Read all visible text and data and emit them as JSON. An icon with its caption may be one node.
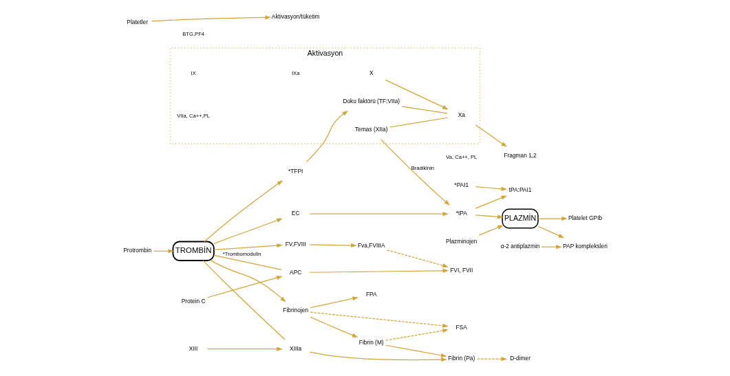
{
  "diagram": {
    "nodes": [
      {
        "text": [
          "Aktivasyon"
        ]
      },
      {
        "text": [
          "Temas (XIIa)"
        ],
        "in": 0
      },
      {
        "text": [
          "Doku faktörü (TF:VIIa)"
        ],
        "in": 0
      },
      {
        "text": [
          "X"
        ],
        "in": 0
      },
      {
        "text": [
          "Xa"
        ],
        "in": 0
      },
      {
        "text": [
          "Protrombin"
        ]
      },
      {
        "text": [
          "TROMBİN"
        ]
      },
      {
        "text": [
          "*TFPI"
        ]
      },
      {
        "text": [
          "Fragman 1,2"
        ]
      },
      {
        "text": [
          "EC"
        ]
      },
      {
        "text": [
          "*tPA"
        ]
      },
      {
        "text": [
          "tPA:PAI1"
        ]
      },
      {
        "text": [
          "*PAI1"
        ]
      },
      {
        "text": [
          "Plazminojen"
        ]
      },
      {
        "text": [
          "PLAZMİN"
        ]
      },
      {
        "text": [
          "α-2 antiplazmin"
        ]
      },
      {
        "text": [
          "PAP kompleksleri"
        ]
      },
      {
        "text": [
          "Platelet GPIb"
        ]
      },
      {
        "text": [
          "Platetler"
        ]
      },
      {
        "text": [
          "Aktivasyon/tüketim"
        ]
      },
      {
        "text": [
          "FV,FVIII"
        ]
      },
      {
        "text": [
          "Fva,FVIIIA"
        ]
      },
      {
        "text": [
          "FVI, FVII"
        ]
      },
      {
        "text": [
          "Protein C"
        ]
      },
      {
        "text": [
          "APC"
        ]
      },
      {
        "text": [
          "Fibrinojen"
        ]
      },
      {
        "text": [
          "FPA"
        ]
      },
      {
        "text": [
          "Fibrin (M)"
        ]
      },
      {
        "text": [
          "FSA"
        ]
      },
      {
        "text": [
          "Fibrin (Pa)"
        ]
      },
      {
        "text": [
          "XIII"
        ]
      },
      {
        "text": [
          "XIIIa"
        ]
      },
      {
        "text": [
          "D-dimer"
        ]
      }
    ],
    "edges": [
      {
        "from": 1,
        "to": 4,
        "arrow": "none"
      },
      {
        "from": 2,
        "to": 4,
        "arrow": "none"
      },
      {
        "from": 3,
        "to": 4,
        "arrow": "to"
      },
      {
        "from": 4,
        "to": 8,
        "arrow": "to"
      },
      {
        "from": 5,
        "to": 6,
        "arrow": "to"
      },
      {
        "from": 6,
        "to": 7,
        "arrow": "to"
      },
      {
        "from": 7,
        "to": 2,
        "arrow": "to"
      },
      {
        "from": 1,
        "to": 10,
        "arrow": "to",
        "label": "Bradikinin"
      },
      {
        "from": 6,
        "to": 9,
        "arrow": "to"
      },
      {
        "from": 9,
        "to": 10,
        "arrow": "to"
      },
      {
        "from": 10,
        "to": 11,
        "arrow": "to"
      },
      {
        "from": 12,
        "to": 11,
        "arrow": "to"
      },
      {
        "from": 13,
        "to": 14,
        "arrow": "to"
      },
      {
        "from": 10,
        "to": 14,
        "arrow": "to"
      },
      {
        "from": 15,
        "to": 16,
        "arrow": "to"
      },
      {
        "from": 14,
        "to": 16,
        "arrow": "to"
      },
      {
        "from": 14,
        "to": 17,
        "arrow": "to"
      },
      {
        "from": 6,
        "to": 20,
        "arrow": "to"
      },
      {
        "from": 18,
        "to": 19,
        "arrow": "to"
      },
      {
        "from": 20,
        "to": 21,
        "arrow": "to"
      },
      {
        "from": 21,
        "to": 22,
        "arrow": "to",
        "style": "dashed"
      },
      {
        "from": 24,
        "to": 22,
        "arrow": "to"
      },
      {
        "from": 23,
        "to": 24,
        "arrow": "to"
      },
      {
        "from": 6,
        "to": 24,
        "arrow": "none",
        "label": "*Trombomodulin"
      },
      {
        "from": 6,
        "to": 25,
        "arrow": "to"
      },
      {
        "from": 25,
        "to": 27,
        "arrow": "to"
      },
      {
        "from": 25,
        "to": 26,
        "arrow": "to"
      },
      {
        "from": 25,
        "to": 28,
        "arrow": "to",
        "style": "dashed"
      },
      {
        "from": 27,
        "to": 28,
        "arrow": "to",
        "style": "dashed"
      },
      {
        "from": 27,
        "to": 29,
        "arrow": "to"
      },
      {
        "from": 6,
        "to": 31,
        "arrow": "none"
      },
      {
        "from": 30,
        "to": 31,
        "arrow": "to"
      },
      {
        "from": 31,
        "to": 29,
        "arrow": "to"
      },
      {
        "from": 29,
        "to": 32,
        "arrow": "to",
        "style": "dashed"
      }
    ],
    "labels": [
      "IX",
      "IXa",
      "VIIa, Ca++,PL",
      "Va, Ca++, PL",
      "BTG,PF4"
    ]
  }
}
